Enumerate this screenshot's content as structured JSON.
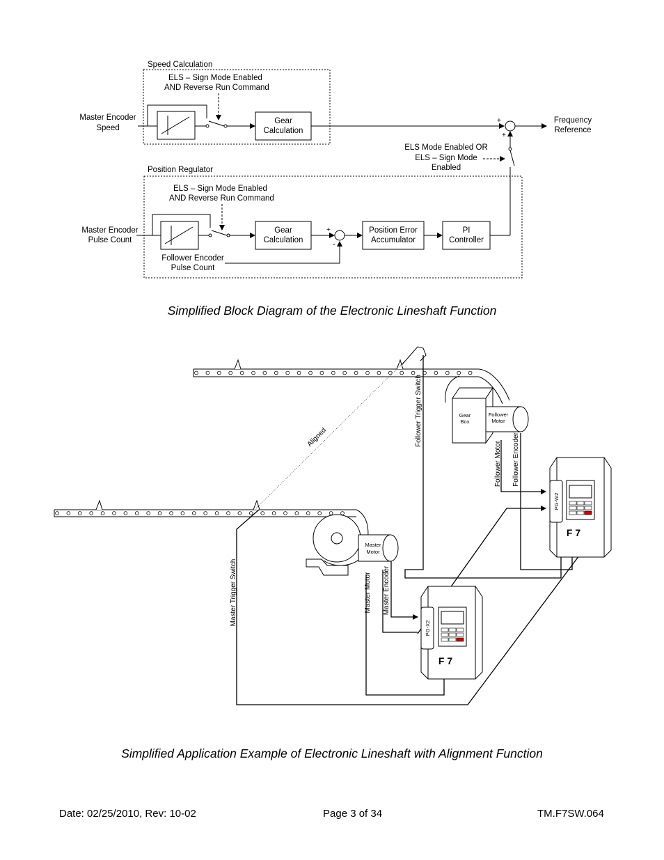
{
  "block_diagram": {
    "speed_section_title": "Speed Calculation",
    "speed_switch_note_line1": "ELS – Sign Mode Enabled",
    "speed_switch_note_line2": "AND Reverse Run Command",
    "master_speed_line1": "Master Encoder",
    "master_speed_line2": "Speed",
    "gear_line1": "Gear",
    "gear_line2": "Calculation",
    "freq_ref_line1": "Frequency",
    "freq_ref_line2": "Reference",
    "plus": "+",
    "minus": "-",
    "els_mode_line1": "ELS Mode Enabled OR",
    "els_mode_line2": "ELS – Sign Mode",
    "els_mode_line3": "Enabled",
    "position_section_title": "Position Regulator",
    "pos_switch_note_line1": "ELS – Sign Mode Enabled",
    "pos_switch_note_line2": "AND Reverse Run Command",
    "master_pulse_line1": "Master Encoder",
    "master_pulse_line2": "Pulse Count",
    "pos_err_line1": "Position Error",
    "pos_err_line2": "Accumulator",
    "pi_line1": "PI",
    "pi_line2": "Controller",
    "follower_pulse_line1": "Follower Encoder",
    "follower_pulse_line2": "Pulse Count"
  },
  "caption_1": "Simplified Block Diagram of the Electronic Lineshaft Function",
  "application": {
    "gear_box_line1": "Gear",
    "gear_box_line2": "Box",
    "follower_motor_line1": "Follower",
    "follower_motor_line2": "Motor",
    "master_motor_line1": "Master",
    "master_motor_line2": "Motor",
    "aligned": "Aligned",
    "follower_trigger_switch": "Follower Trigger Switch",
    "master_trigger_switch": "Master Trigger Switch",
    "follower_motor_wire": "Follower Motor",
    "follower_encoder_wire": "Follower Encoder",
    "master_motor_wire": "Master Motor",
    "master_encoder_wire": "Master Encoder",
    "follower_card": "PG-W2",
    "master_card": "PG-X2",
    "drive_model": "F 7"
  },
  "caption_2": "Simplified Application Example of Electronic Lineshaft with Alignment Function",
  "footer": {
    "date_rev": "Date: 02/25/2010, Rev: 10-02",
    "page": "Page 3 of 34",
    "doc_id": "TM.F7SW.064"
  }
}
